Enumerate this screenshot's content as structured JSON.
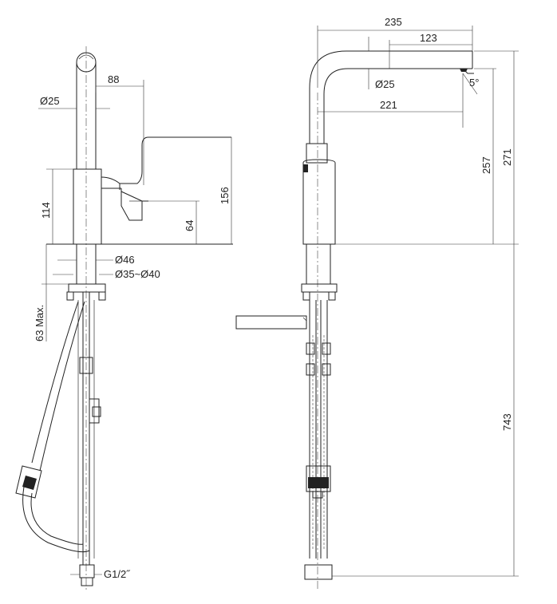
{
  "drawing": {
    "side": {
      "d_spout": "Ø25",
      "reach": "88",
      "body_height": "114",
      "lever_height": "156",
      "lever_offset": "64",
      "d_base": "Ø46",
      "d_hole": "Ø35~Ø40",
      "max_thickness": "63 Max.",
      "thread": "G1/2˝"
    },
    "front": {
      "total_reach": "235",
      "outlet_reach": "123",
      "d_outlet": "Ø25",
      "angle": "5°",
      "inner_reach": "221",
      "outlet_height": "257",
      "total_height": "271",
      "hose_length": "743"
    }
  }
}
